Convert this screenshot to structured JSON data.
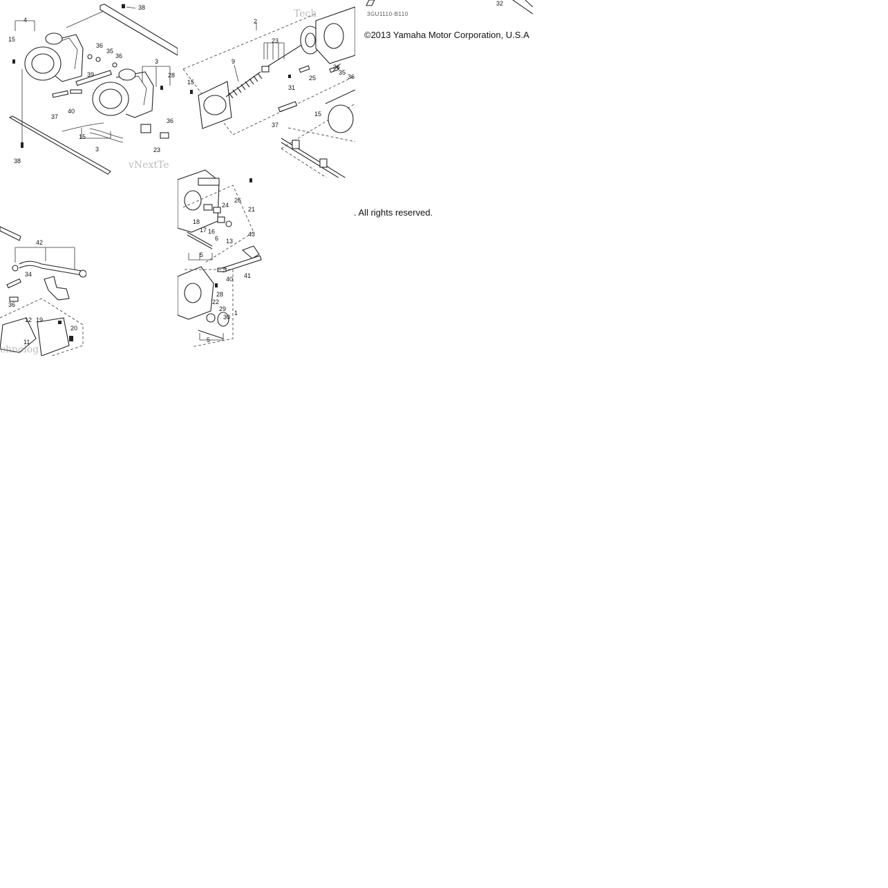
{
  "copyright": "©2013 Yamaha Motor Corporation, U.S.A",
  "rights": ". All rights reserved.",
  "diagram_code": "3GU1110-B110",
  "watermarks": [
    "vNextTe",
    "Tech",
    "chnolog"
  ],
  "callouts": {
    "t1": [
      "4",
      "15",
      "38",
      "36",
      "35",
      "36",
      "39",
      "3",
      "28",
      "37",
      "40",
      "15",
      "3",
      "36",
      "23",
      "38"
    ],
    "t2": [
      "2",
      "23",
      "9",
      "15",
      "31",
      "25",
      "36",
      "35",
      "36",
      "37",
      "15"
    ],
    "t3": [
      "32"
    ],
    "t4": [
      "42",
      "34",
      "36",
      "12",
      "19",
      "20",
      "11"
    ],
    "t5": [
      "26",
      "21",
      "24",
      "18",
      "17",
      "16",
      "6",
      "13",
      "5",
      "43",
      "40",
      "41",
      "28",
      "22",
      "29",
      "30",
      "1",
      "5"
    ]
  }
}
